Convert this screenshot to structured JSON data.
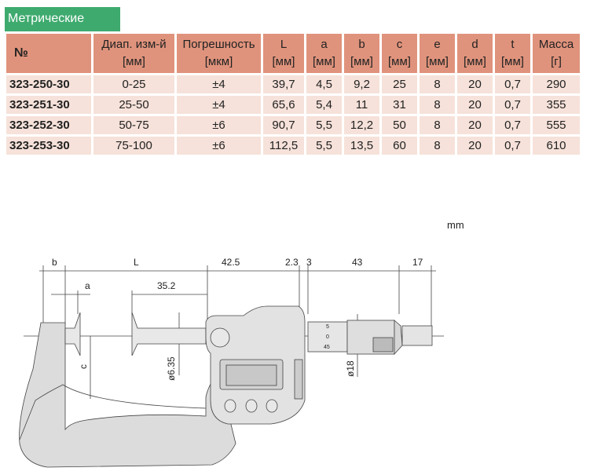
{
  "tab": "Метрические",
  "table": {
    "headers": [
      [
        "№",
        ""
      ],
      [
        "Диап. изм-й",
        "[мм]"
      ],
      [
        "Погрешность",
        "[мкм]"
      ],
      [
        "L",
        "[мм]"
      ],
      [
        "a",
        "[мм]"
      ],
      [
        "b",
        "[мм]"
      ],
      [
        "c",
        "[мм]"
      ],
      [
        "e",
        "[мм]"
      ],
      [
        "d",
        "[мм]"
      ],
      [
        "t",
        "[мм]"
      ],
      [
        "Масса",
        "[г]"
      ]
    ],
    "rows": [
      [
        "323-250-30",
        "0-25",
        "±4",
        "39,7",
        "4,5",
        "9,2",
        "25",
        "8",
        "20",
        "0,7",
        "290"
      ],
      [
        "323-251-30",
        "25-50",
        "±4",
        "65,6",
        "5,4",
        "11",
        "31",
        "8",
        "20",
        "0,7",
        "355"
      ],
      [
        "323-252-30",
        "50-75",
        "±6",
        "90,7",
        "5,5",
        "12,2",
        "50",
        "8",
        "20",
        "0,7",
        "555"
      ],
      [
        "323-253-30",
        "75-100",
        "±6",
        "112,5",
        "5,5",
        "13,5",
        "60",
        "8",
        "20",
        "0,7",
        "610"
      ]
    ]
  },
  "drawing": {
    "unit": "mm",
    "b": "b",
    "L": "L",
    "d425": "42.5",
    "d23": "2.3",
    "d3": "3",
    "d43": "43",
    "d17": "17",
    "a": "a",
    "d352": "35.2",
    "c": "c",
    "d635": "ø6.35",
    "d18": "ø18",
    "scale": [
      "5",
      "0",
      "45"
    ]
  }
}
